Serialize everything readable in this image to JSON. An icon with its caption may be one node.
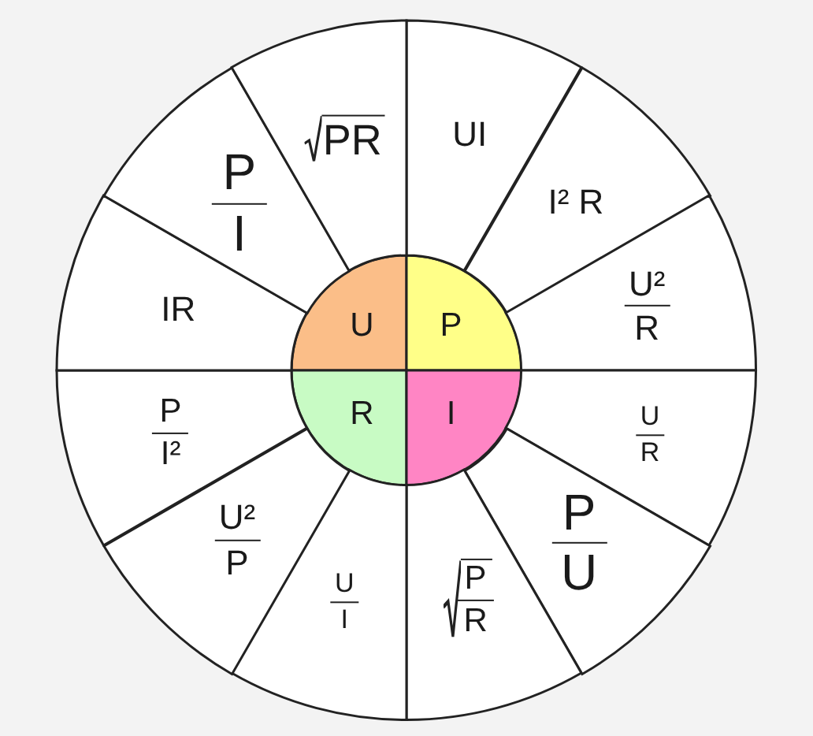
{
  "diagram": {
    "nodes": [
      {
        "text": [
          "U"
        ]
      },
      {
        "text": [
          "P"
        ]
      },
      {
        "text": [
          "R"
        ]
      },
      {
        "text": [
          "I"
        ]
      },
      {
        "text": [
          "UI"
        ]
      },
      {
        "text": [
          "I² R"
        ]
      },
      {
        "text": [
          "U²",
          "R"
        ]
      },
      {
        "text": [
          "U",
          "R"
        ]
      },
      {
        "text": [
          "P",
          "U"
        ]
      },
      {
        "text": [
          "P",
          "R"
        ]
      },
      {
        "text": [
          "U",
          "I"
        ]
      },
      {
        "text": [
          "U²",
          "P"
        ]
      },
      {
        "text": [
          "P",
          "I²"
        ]
      },
      {
        "text": [
          "IR"
        ]
      },
      {
        "text": [
          "P",
          "I"
        ]
      },
      {
        "text": [
          "PR"
        ]
      }
    ]
  }
}
